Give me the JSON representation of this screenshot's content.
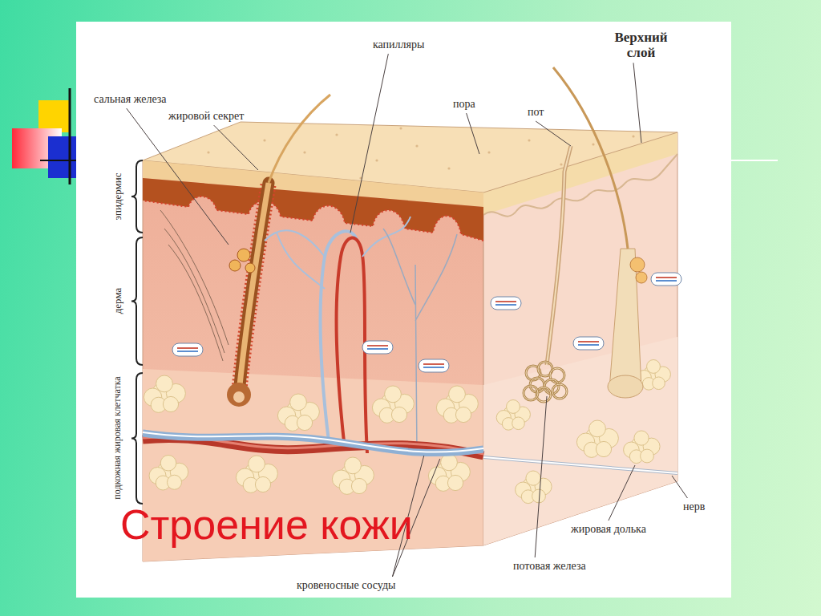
{
  "diagram": {
    "title": "Строение кожи",
    "labels": [
      "сальная железа",
      "жировой секрет",
      "капилляры",
      "Верхний слой",
      "пора",
      "пот",
      "эпидермис",
      "дерма",
      "подкожная жировая клетчатка",
      "нерв",
      "жировая долька",
      "потовая железа",
      "кровеносные сосуды"
    ]
  }
}
